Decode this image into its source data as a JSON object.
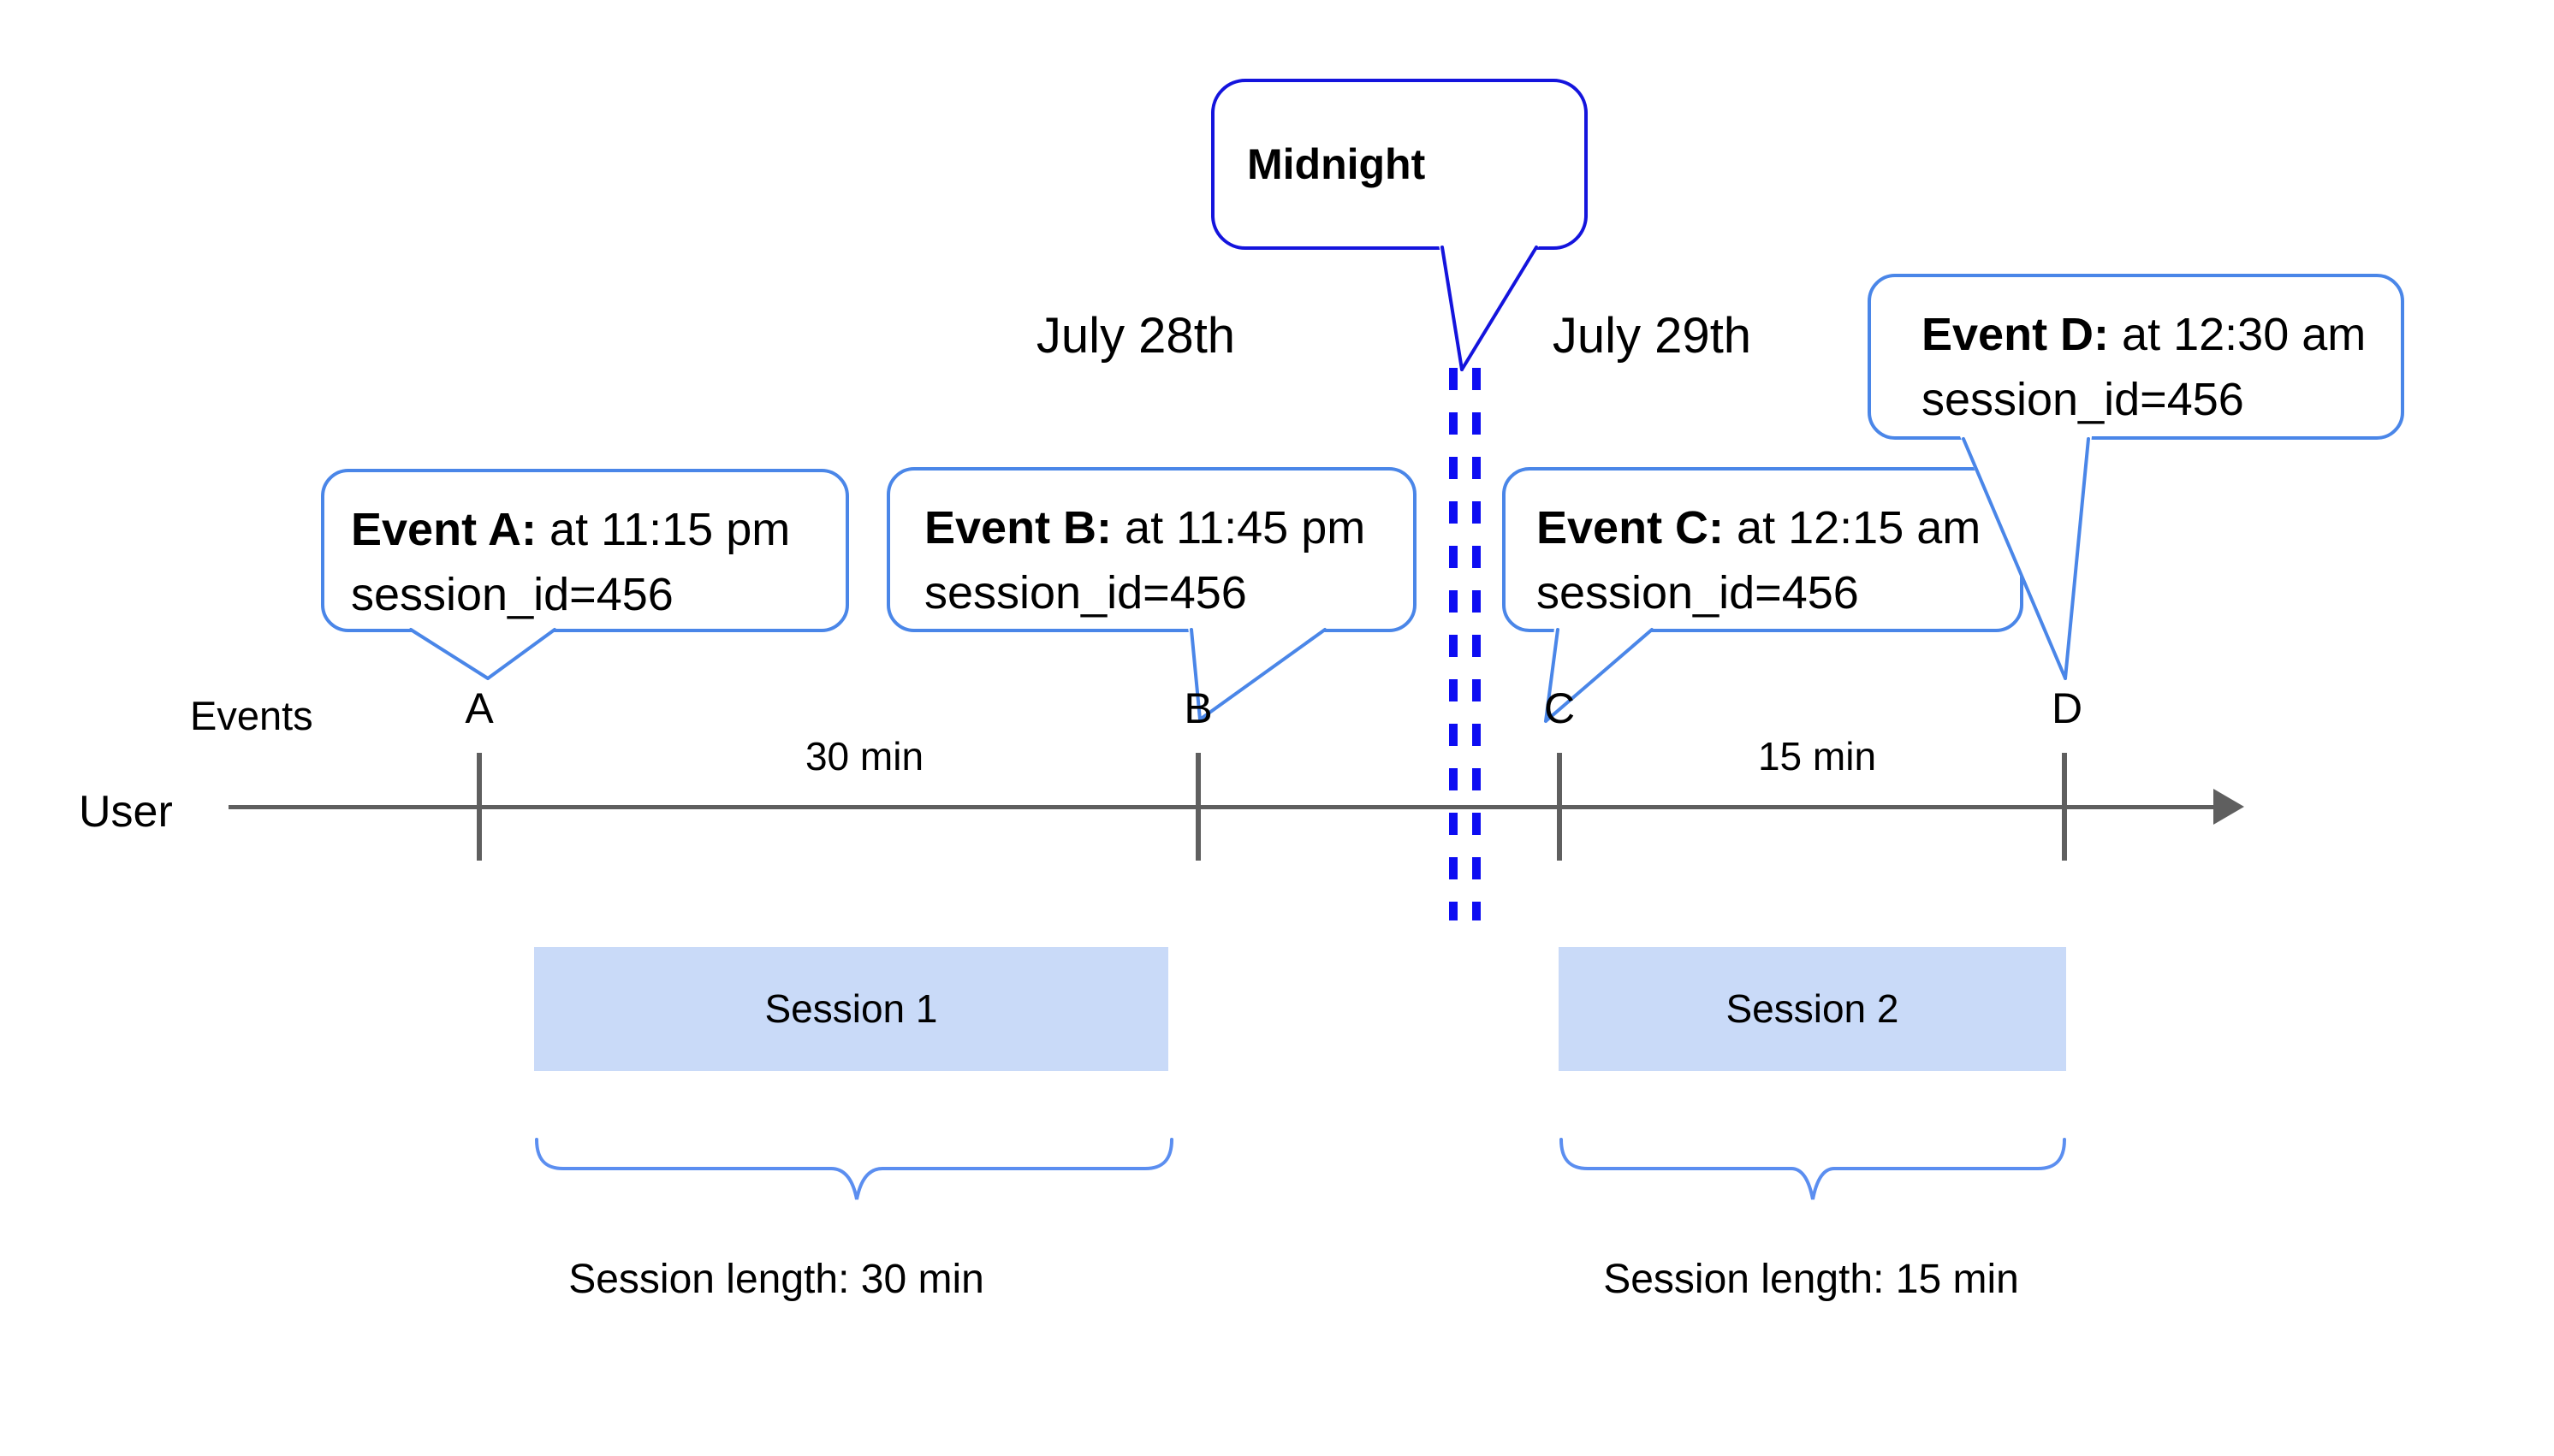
{
  "diagram": {
    "midnight_label": "Midnight",
    "date_left": "July 28th",
    "date_right": "July 29th"
  },
  "events": [
    {
      "letter": "A",
      "label": "Event A:",
      "time": " at 11:15 pm",
      "session": "session_id=456"
    },
    {
      "letter": "B",
      "label": "Event B:",
      "time": " at 11:45 pm",
      "session": "session_id=456"
    },
    {
      "letter": "C",
      "label": "Event C:",
      "time": " at 12:15 am",
      "session": "session_id=456"
    },
    {
      "letter": "D",
      "label": "Event D:",
      "time": " at 12:30 am",
      "session": "session_id=456"
    }
  ],
  "timeline": {
    "events_label": "Events",
    "user_label": "User",
    "interval_left": "30 min",
    "interval_right": "15 min"
  },
  "sessions": [
    {
      "label": "Session 1",
      "length_label": "Session length: 30 min"
    },
    {
      "label": "Session 2",
      "length_label": "Session length: 15 min"
    }
  ],
  "colors": {
    "event_bubble_border": "#4a86e8",
    "midnight_bubble_border": "#1414dd",
    "dashed_line": "#0d0df2",
    "timeline_gray": "#5f5f5f",
    "session_fill": "#c9daf8",
    "brace": "#5b8ef0"
  }
}
